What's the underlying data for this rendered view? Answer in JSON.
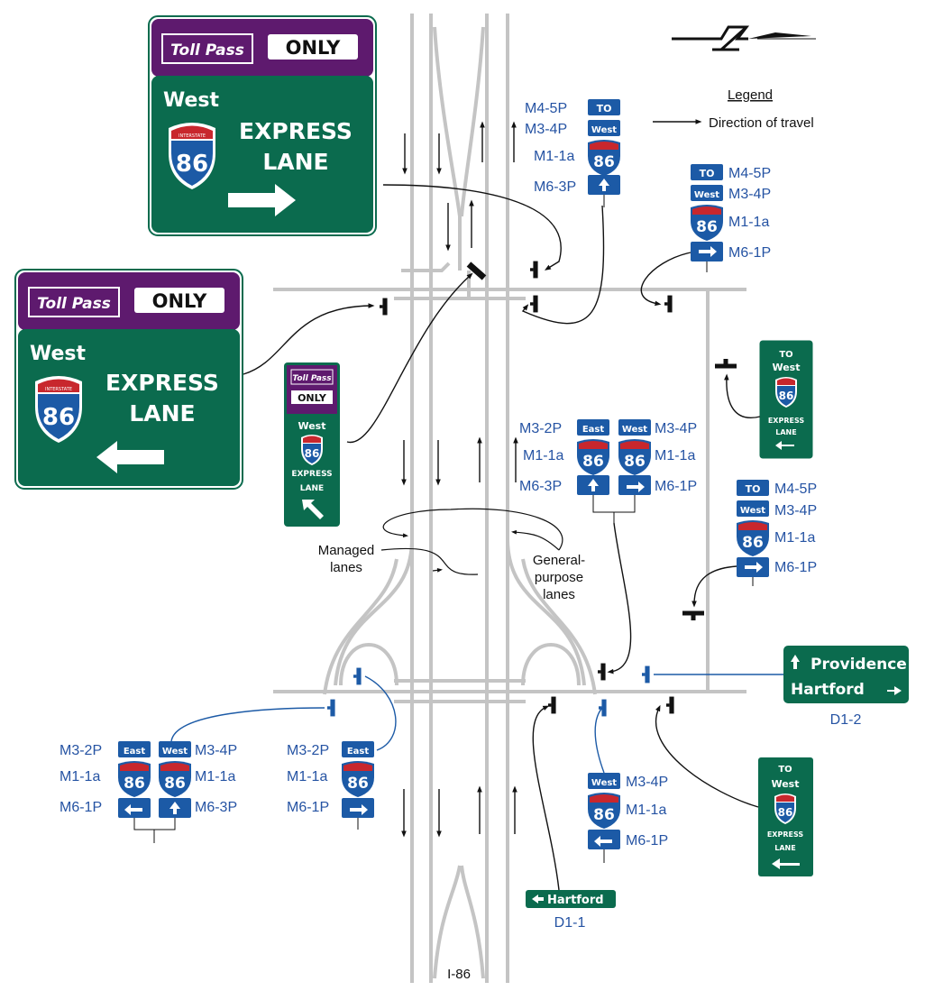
{
  "legend": {
    "title": "Legend",
    "item": "Direction of travel"
  },
  "road_label": "I-86",
  "big_sign": {
    "brand": "Toll Pass",
    "only": "ONLY",
    "west": "West",
    "route": "86",
    "shield_top": "INTERSTATE",
    "line1": "EXPRESS",
    "line2": "LANE"
  },
  "small_overhead": {
    "brand": "Toll Pass",
    "only": "ONLY",
    "west": "West",
    "route": "86",
    "shield_top": "INTERSTATE",
    "line1": "EXPRESS",
    "line2": "LANE"
  },
  "panel": {
    "to": "TO",
    "west": "West",
    "route": "86",
    "shield_top": "INTERSTATE",
    "line1": "EXPRESS",
    "line2": "LANE"
  },
  "assembly": {
    "to": "TO",
    "west": "West",
    "east": "East",
    "route": "86",
    "shield_top": "INTERSTATE"
  },
  "codes": {
    "m45p": "M4-5P",
    "m34p": "M3-4P",
    "m32p": "M3-2P",
    "m11a": "M1-1a",
    "m63p": "M6-3P",
    "m61p": "M6-1P"
  },
  "guide_sign_right": {
    "line1": "Providence",
    "line2": "Hartford",
    "code": "D1-2"
  },
  "guide_sign_bottom": {
    "text": "Hartford",
    "code": "D1-1"
  },
  "callouts": {
    "managed": [
      "Managed",
      "lanes"
    ],
    "general": [
      "General-",
      "purpose",
      "lanes"
    ]
  },
  "colors": {
    "green": "#0b6b4e",
    "purple": "#5e1a6e",
    "blue": "#1c5aa6",
    "shield_red": "#c8272d",
    "road": "#c4c4c4",
    "code_text": "#2553a3"
  }
}
